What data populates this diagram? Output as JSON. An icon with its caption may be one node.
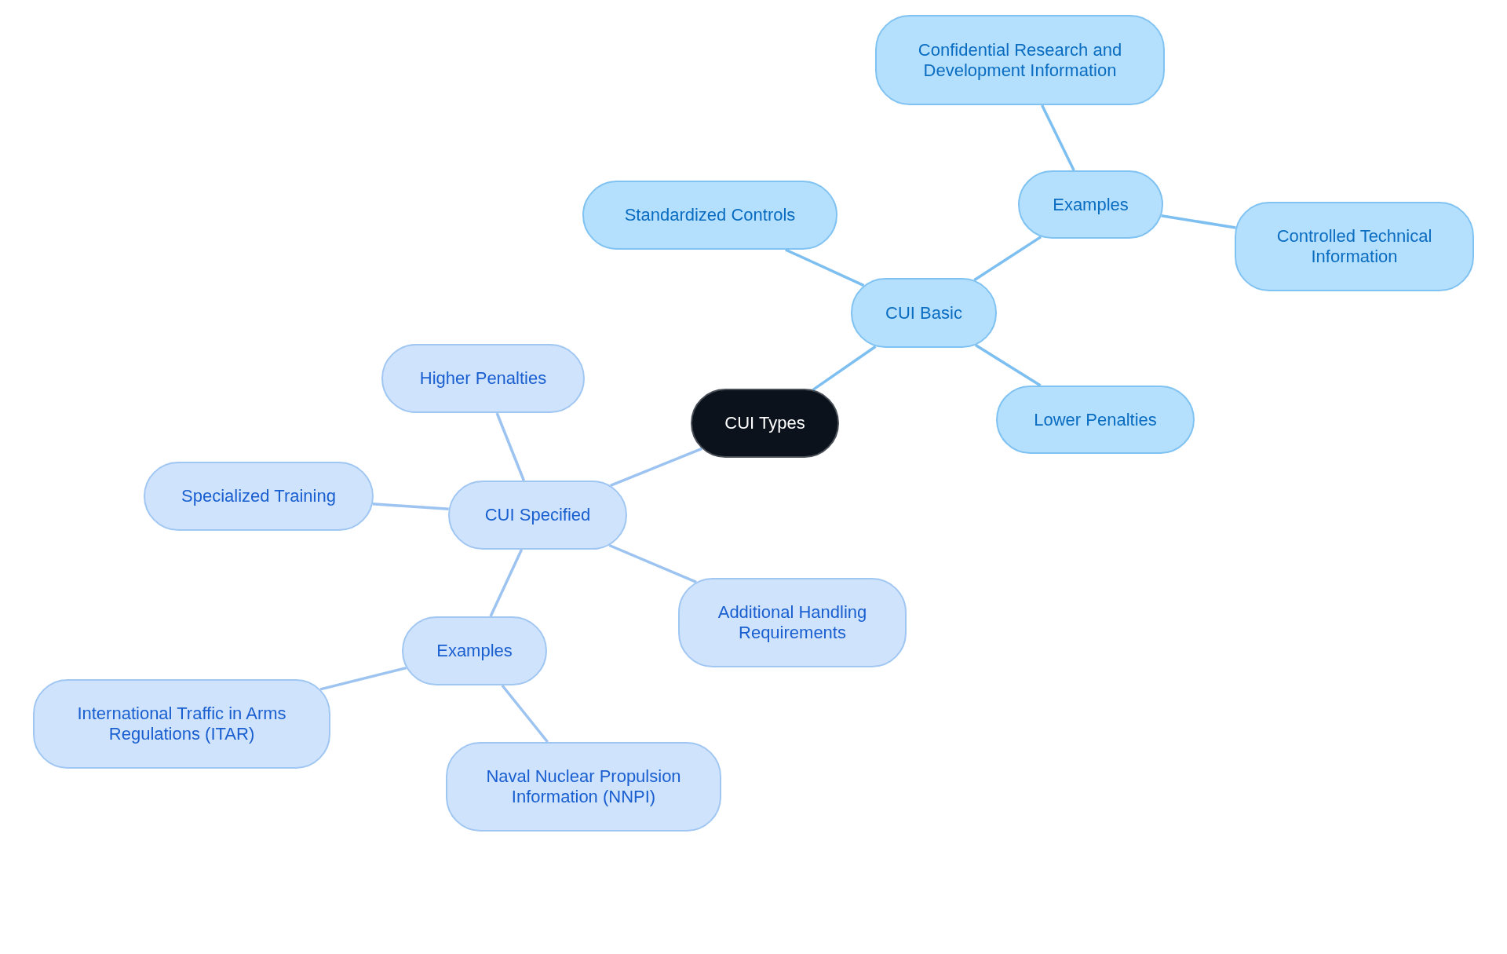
{
  "diagram": {
    "nodes": [
      {
        "text": [
          "CUI Types"
        ]
      },
      {
        "text": [
          "CUI Basic"
        ]
      },
      {
        "text": [
          "Standardized Controls"
        ]
      },
      {
        "text": [
          "Examples"
        ]
      },
      {
        "text": [
          "Confidential Research and Development Information"
        ]
      },
      {
        "text": [
          "Controlled Technical Information"
        ]
      },
      {
        "text": [
          "Lower Penalties"
        ]
      },
      {
        "text": [
          "CUI Specified"
        ]
      },
      {
        "text": [
          "Higher Penalties"
        ]
      },
      {
        "text": [
          "Specialized Training"
        ]
      },
      {
        "text": [
          "Additional Handling Requirements"
        ]
      },
      {
        "text": [
          "Examples"
        ]
      },
      {
        "text": [
          "International Traffic in Arms Regulations (ITAR)"
        ]
      },
      {
        "text": [
          "Naval Nuclear Propulsion Information (NNPI)"
        ]
      }
    ],
    "edges": [
      {
        "from": 0,
        "to": 1,
        "arrow": "none",
        "color": "#7dbff0"
      },
      {
        "from": 1,
        "to": 2,
        "arrow": "none",
        "color": "#7dbff0"
      },
      {
        "from": 1,
        "to": 3,
        "arrow": "none",
        "color": "#7dbff0"
      },
      {
        "from": 3,
        "to": 4,
        "arrow": "none",
        "color": "#7dbff0"
      },
      {
        "from": 3,
        "to": 5,
        "arrow": "none",
        "color": "#7dbff0"
      },
      {
        "from": 1,
        "to": 6,
        "arrow": "none",
        "color": "#7dbff0"
      },
      {
        "from": 0,
        "to": 7,
        "arrow": "none"
      },
      {
        "from": 7,
        "to": 8,
        "arrow": "none"
      },
      {
        "from": 7,
        "to": 9,
        "arrow": "none"
      },
      {
        "from": 7,
        "to": 10,
        "arrow": "none"
      },
      {
        "from": 7,
        "to": 11,
        "arrow": "none"
      },
      {
        "from": 11,
        "to": 12,
        "arrow": "none"
      },
      {
        "from": 11,
        "to": 13,
        "arrow": "none"
      }
    ]
  }
}
